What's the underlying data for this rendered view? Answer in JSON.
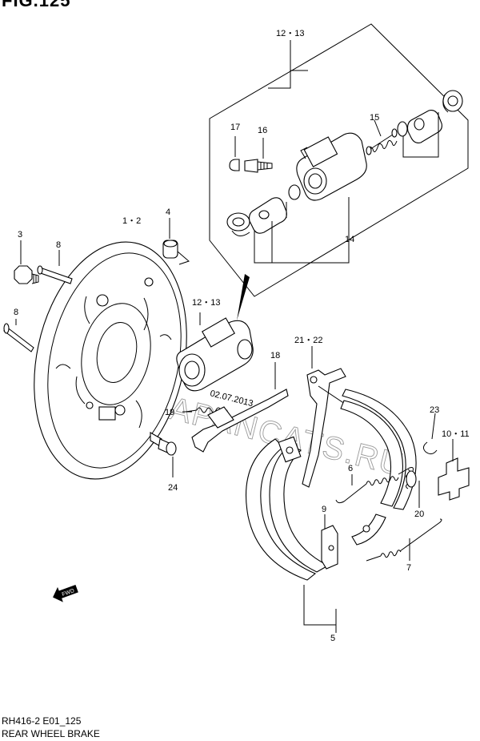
{
  "header": {
    "fig_label": "FIG.125"
  },
  "footer": {
    "code": "RH416-2 E01_125",
    "title": "REAR WHEEL BRAKE"
  },
  "watermark": {
    "text": "WWW.JAPANCATS.RU",
    "date": "02.07.2013"
  },
  "callouts": {
    "c1213_top": "12・13",
    "c17": "17",
    "c16": "16",
    "c15": "15",
    "c14": "14",
    "c4": "4",
    "c12": "1・2",
    "c3": "3",
    "c8a": "8",
    "c8b": "8",
    "c1213_mid": "12・13",
    "c2122": "21・22",
    "c18": "18",
    "c19": "19",
    "c23": "23",
    "c1011": "10・11",
    "c6": "6",
    "c20": "20",
    "c9": "9",
    "c7": "7",
    "c5": "5",
    "c24": "24"
  },
  "fwd_icon": {
    "label": "FWD"
  }
}
